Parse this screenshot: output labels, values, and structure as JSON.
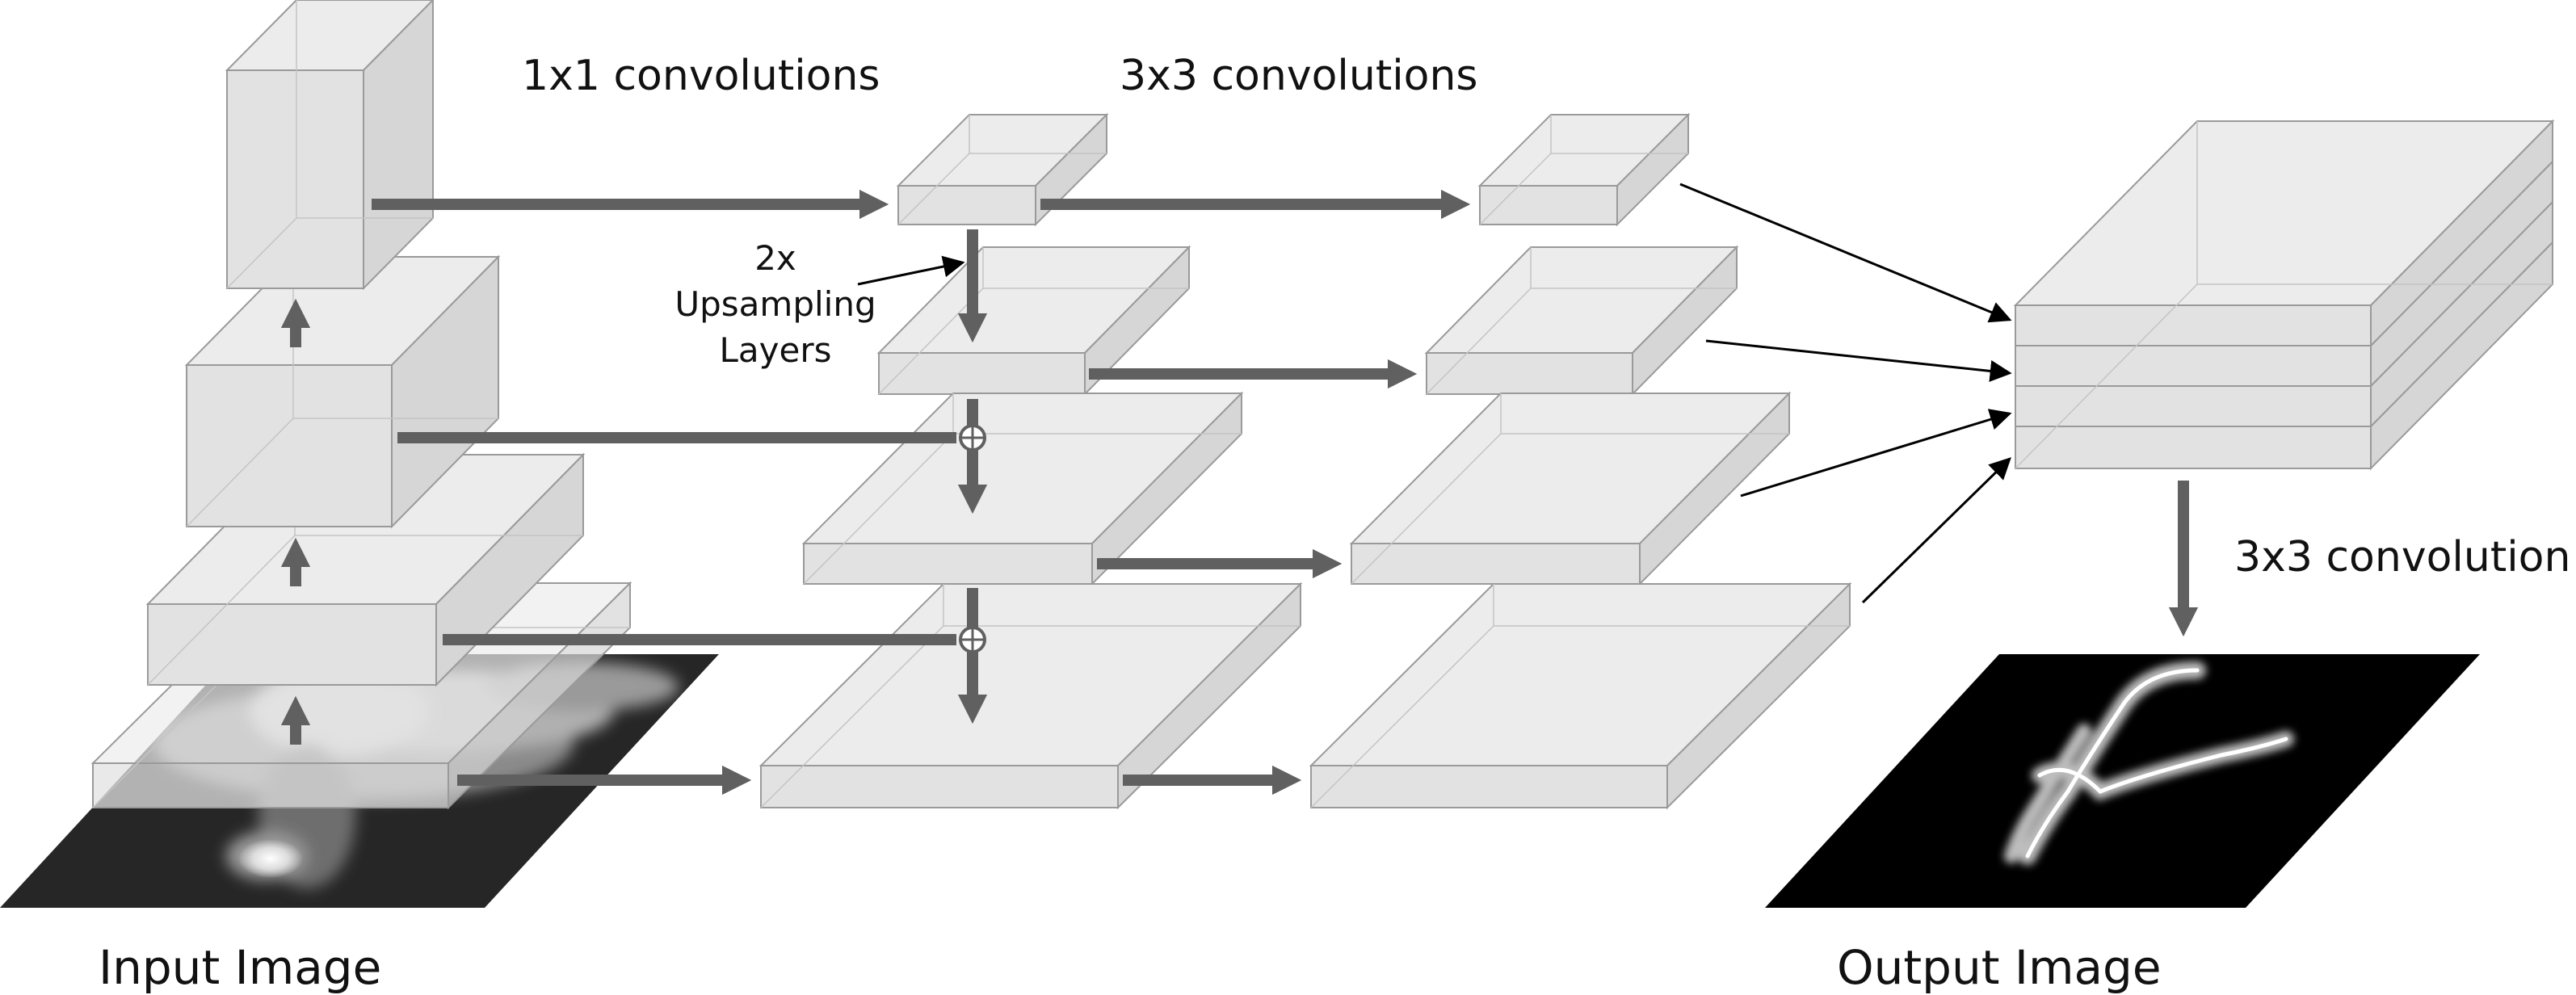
{
  "labels": {
    "conv1x1": "1x1 convolutions",
    "conv3x3": "3x3 convolutions",
    "upsampling_line1": "2x",
    "upsampling_line2": "Upsampling",
    "upsampling_line3": "Layers",
    "conv3x3_single": "3x3 convolution",
    "input_image": "Input Image",
    "output_image": "Output Image"
  },
  "colors": {
    "block_front": "#e2e2e2",
    "block_top": "#ececec",
    "block_side": "#d6d6d6",
    "block_edge": "#9a9a9a",
    "flow_arrow": "#606060",
    "thin_arrow": "#000000",
    "image_background": "#000000"
  },
  "icons": {
    "merge": "circle-plus-icon"
  }
}
